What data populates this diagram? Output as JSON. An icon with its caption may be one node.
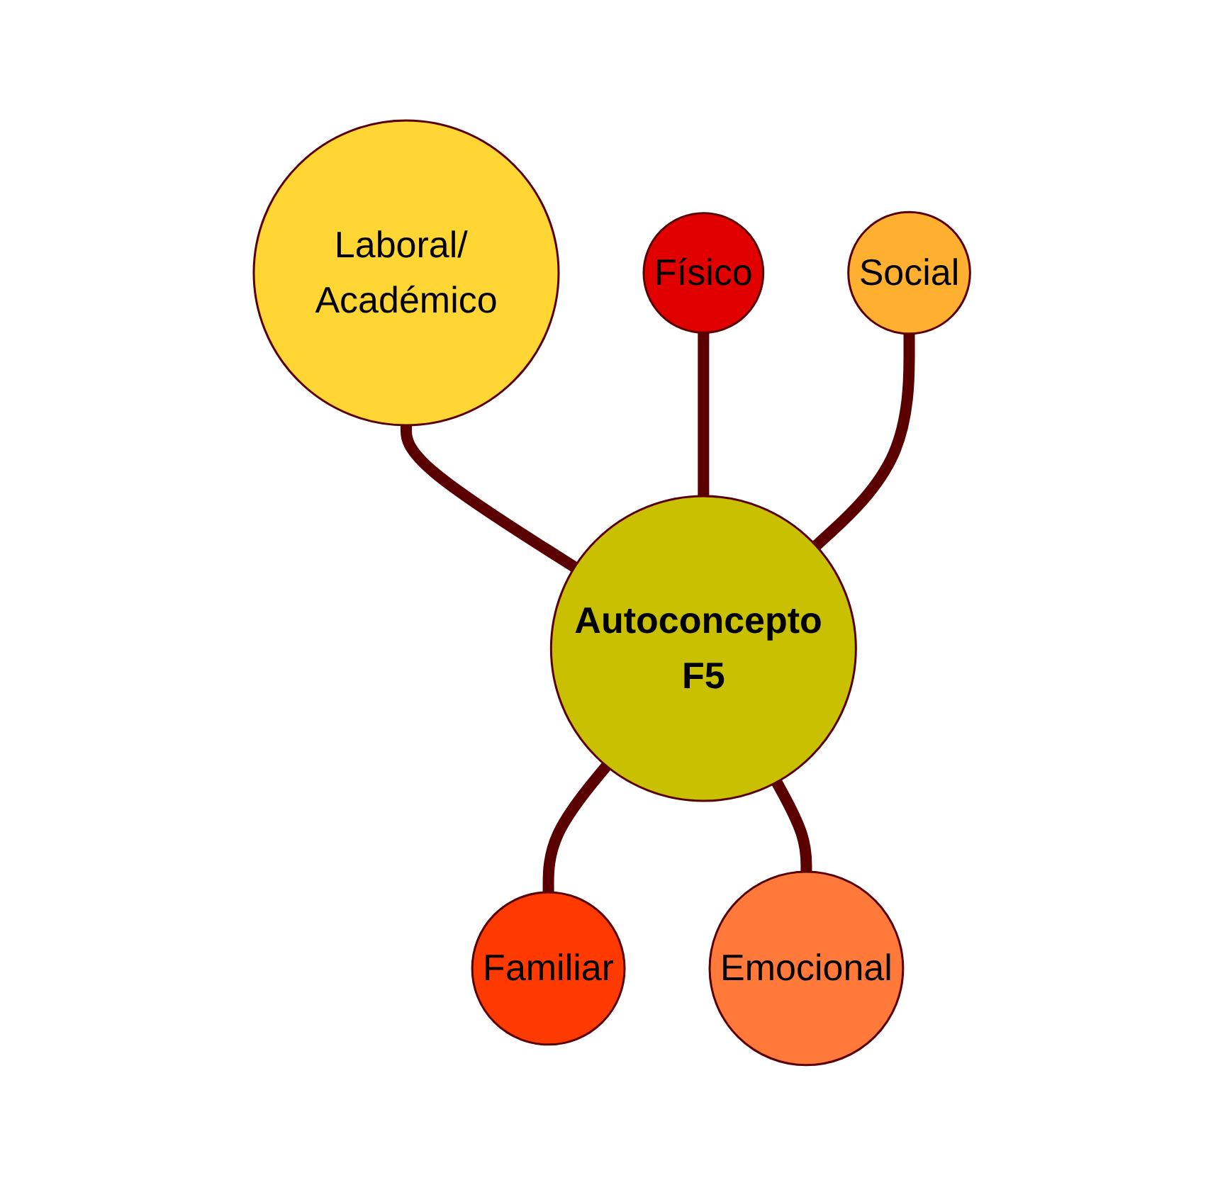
{
  "diagram": {
    "nodes": [
      {
        "text": [
          "Laboral/ Académico"
        ]
      },
      {
        "text": [
          "Físico"
        ]
      },
      {
        "text": [
          "Social"
        ]
      },
      {
        "text": [
          "Autoconcepto F5"
        ]
      },
      {
        "text": [
          "Familiar"
        ]
      },
      {
        "text": [
          "Emocional"
        ]
      }
    ],
    "edges": [
      {
        "from": 0,
        "to": 3,
        "arrow": "none"
      },
      {
        "from": 1,
        "to": 3,
        "arrow": "none"
      },
      {
        "from": 2,
        "to": 3,
        "arrow": "none"
      },
      {
        "from": 3,
        "to": 4,
        "arrow": "none"
      },
      {
        "from": 3,
        "to": 5,
        "arrow": "none"
      }
    ]
  }
}
